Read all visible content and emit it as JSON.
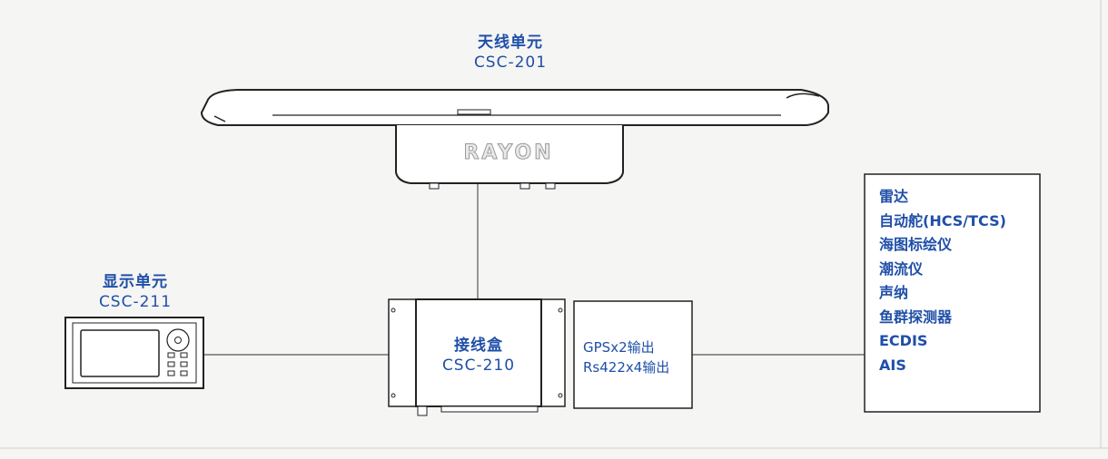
{
  "antenna": {
    "title": "天线单元",
    "model": "CSC-201",
    "brand": "RAYON"
  },
  "display": {
    "title": "显示单元",
    "model": "CSC-211"
  },
  "junction_box": {
    "title": "接线盒",
    "model": "CSC-210"
  },
  "outputs": {
    "line1": "GPSx2输出",
    "line2": "Rs422x4输出"
  },
  "devices": [
    "雷达",
    "自动舵(HCS/TCS)",
    "海图标绘仪",
    "潮流仪",
    "声纳",
    "鱼群探测器",
    "ECDIS",
    "AIS"
  ],
  "colors": {
    "accent": "#1f4fa8",
    "line": "#555555",
    "background": "#f5f5f3"
  }
}
